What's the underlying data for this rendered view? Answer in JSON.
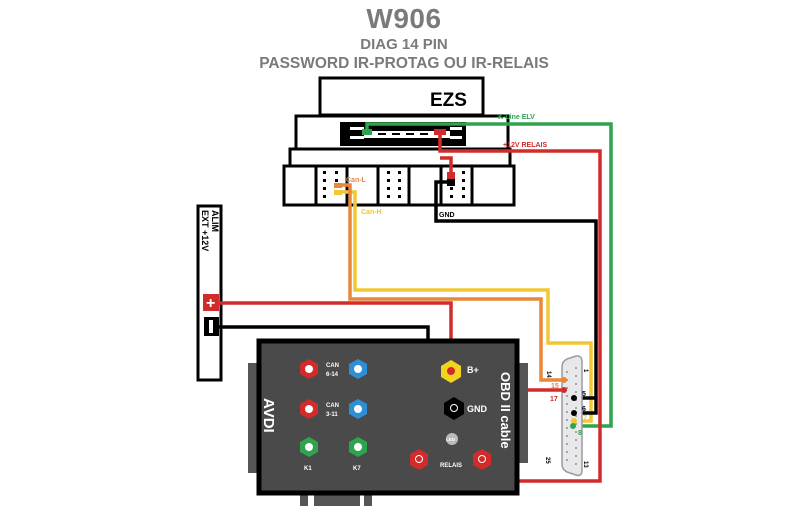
{
  "header": {
    "title": "W906",
    "subtitle": "DIAG 14 PIN",
    "description": "PASSWORD IR-PROTAG OU IR-RELAIS"
  },
  "ezs": {
    "label": "EZS"
  },
  "wire_labels": {
    "kline": "K-Line ELV",
    "relais12v": "+12V RELAIS",
    "can_l": "Can-L",
    "can_h": "Can-H",
    "gnd": "GND"
  },
  "power_supply": {
    "label_line1": "ALIM",
    "label_line2": "EXT +12V",
    "plus": "+",
    "minus": "-"
  },
  "avdi": {
    "label": "AVDI",
    "cable_label": "OBD II cable",
    "ports": {
      "can614": "CAN\n6-14",
      "can614_l1": "CAN",
      "can614_l2": "6-14",
      "can311_l1": "CAN",
      "can311_l2": "3-11",
      "k1": "K1",
      "k7": "K7",
      "bplus": "B+",
      "gnd": "GND",
      "led": "LED",
      "relais": "RELAIS"
    }
  },
  "db25": {
    "pins": {
      "p1": "1",
      "p13": "13",
      "p14": "14",
      "p25": "25",
      "p15": "15",
      "p17": "17",
      "p5": "5",
      "p6": "6",
      "p7": "7",
      "p8": "8"
    }
  },
  "colors": {
    "red": "#d22b2b",
    "green": "#2ea44f",
    "yellow": "#f2c731",
    "orange": "#e8873a",
    "black": "#000000",
    "title_gray": "#7a7a7a",
    "avdi_body": "#4a4a4a",
    "blue": "#2f8fd6"
  }
}
